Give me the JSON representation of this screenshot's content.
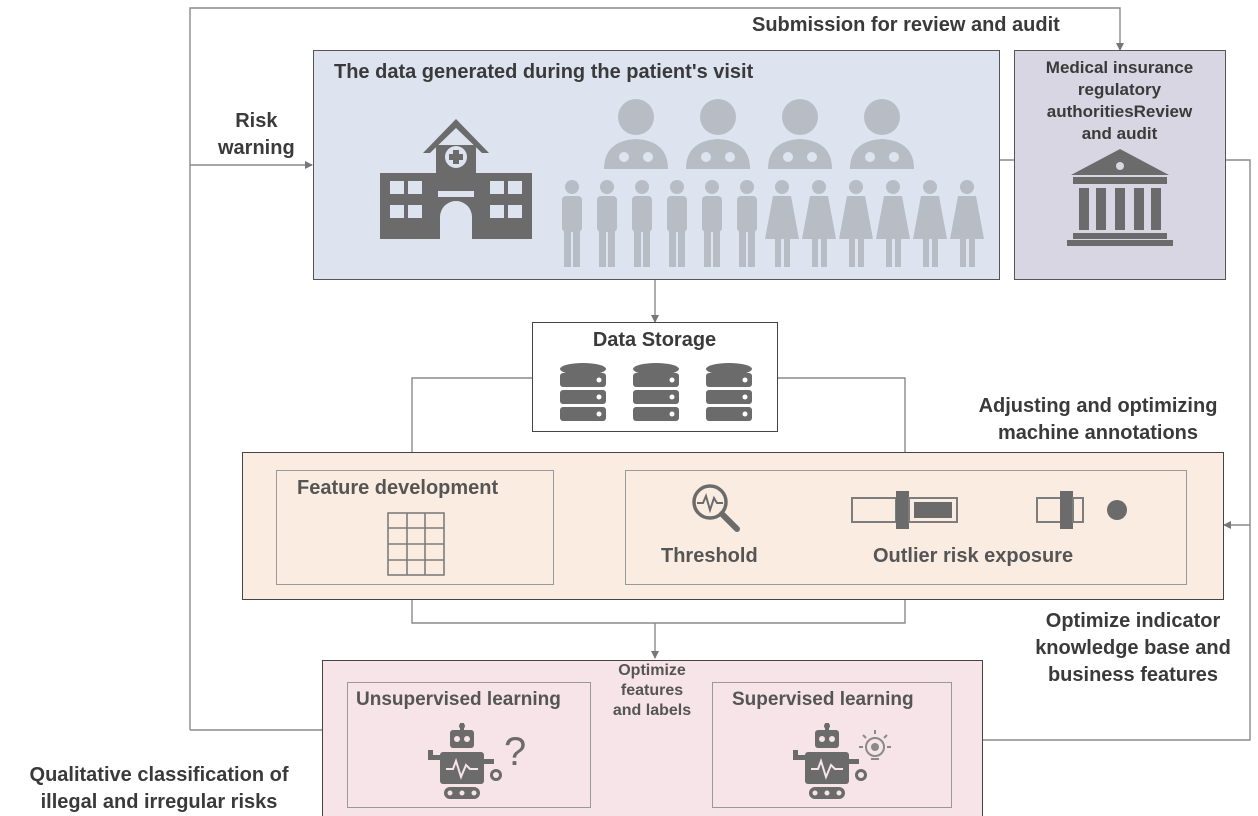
{
  "labels": {
    "top_feedback": "Submission for review and audit",
    "risk_warning_l1": "Risk",
    "risk_warning_l2": "warning",
    "adjust_l1": "Adjusting and optimizing",
    "adjust_l2": "machine annotations",
    "optimize_l1": "Optimize indicator",
    "optimize_l2": "knowledge base and",
    "optimize_l3": "business features",
    "qualitative_l1": "Qualitative classification of",
    "qualitative_l2": "illegal and irregular risks"
  },
  "patient_panel": {
    "title": "The data generated during the patient's visit"
  },
  "authority_panel": {
    "title_l1": "Medical insurance",
    "title_l2": "regulatory",
    "title_l3": "authoritiesReview",
    "title_l4": "and audit"
  },
  "storage": {
    "title": "Data Storage"
  },
  "features_panel": {
    "feature_dev": "Feature development",
    "threshold": "Threshold",
    "outlier": "Outlier risk exposure"
  },
  "learning_panel": {
    "unsupervised": "Unsupervised learning",
    "supervised": "Supervised learning",
    "middle_l1": "Optimize",
    "middle_l2": "features",
    "middle_l3": "and labels"
  },
  "colors": {
    "patient_fill": "#dde4f0",
    "authority_fill": "#d7d6e2",
    "features_fill": "#fbece2",
    "learning_fill": "#f6e4e8",
    "icon_gray": "#6b6b6b",
    "icon_light": "#b8bcc4"
  }
}
